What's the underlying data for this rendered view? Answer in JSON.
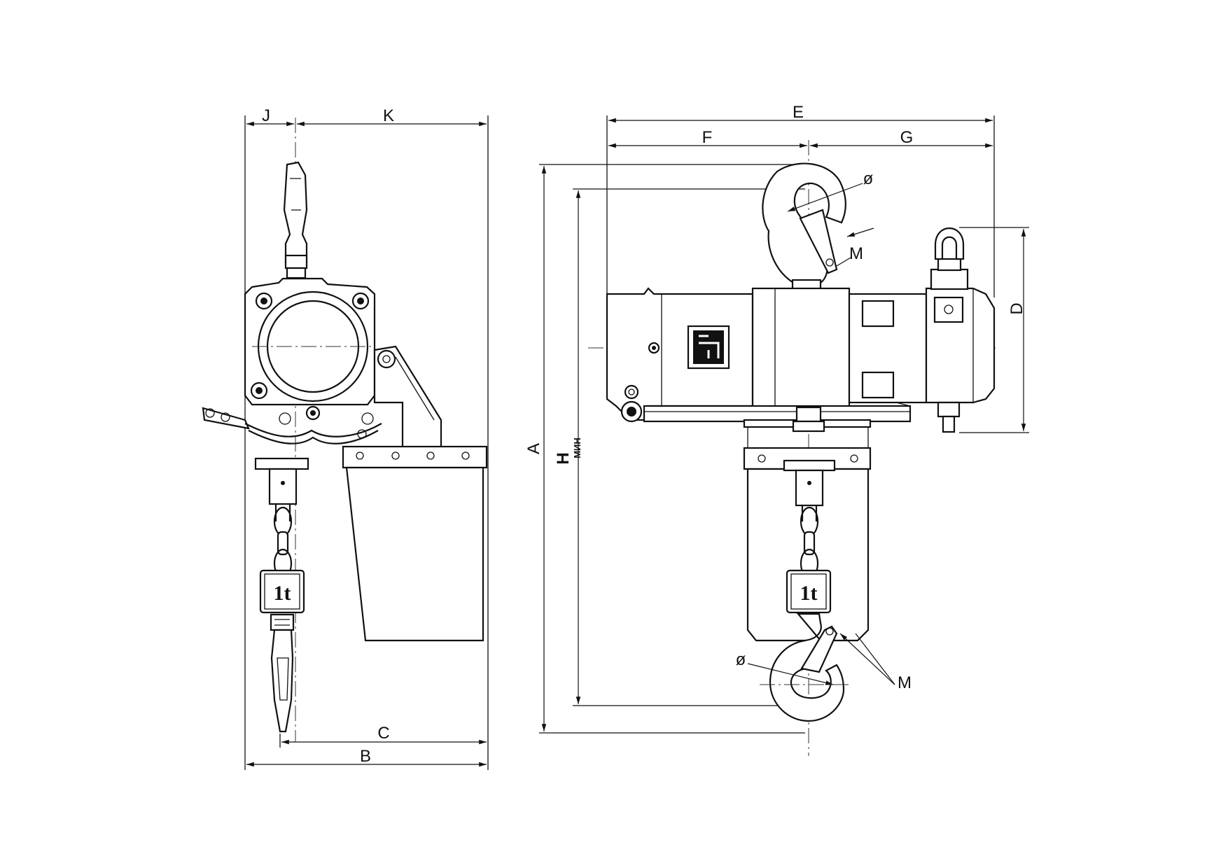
{
  "drawing": {
    "labels": {
      "J": "J",
      "K": "K",
      "E": "E",
      "F": "F",
      "G": "G",
      "A": "A",
      "H": "H",
      "H_sub": "МИН",
      "B": "B",
      "C": "C",
      "D": "D",
      "M_top": "M",
      "M_bottom": "M",
      "dia_top": "ø",
      "dia_bottom": "ø"
    },
    "load_tag_side": "1t",
    "load_tag_front": "1t",
    "colors": {
      "line": "#111111",
      "background": "#ffffff"
    }
  }
}
